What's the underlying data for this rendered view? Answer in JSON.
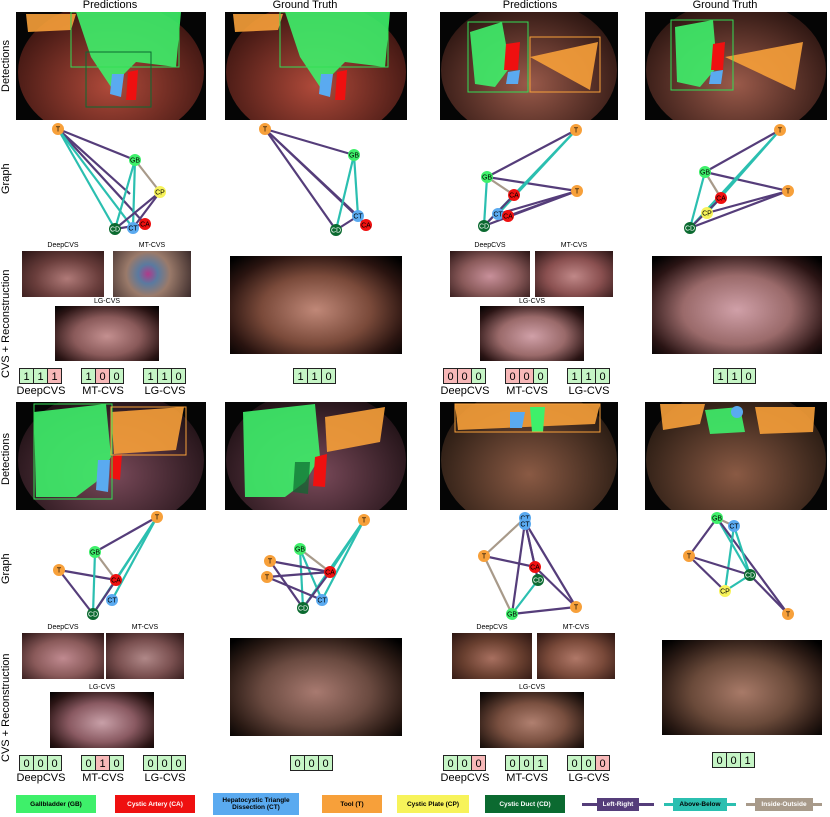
{
  "headers": {
    "predictions": "Predictions",
    "ground_truth": "Ground Truth"
  },
  "row_labels": {
    "detections": "Detections",
    "graph": "Graph",
    "cvs": "CVS + Reconstruction"
  },
  "cvs_methods": {
    "deep": "DeepCVS",
    "mt": "MT-CVS",
    "lg": "LG-CVS"
  },
  "node_labels": {
    "GB": "GB",
    "CA": "CA",
    "CT": "CT",
    "T": "T",
    "CP": "CP",
    "CD": "CD"
  },
  "colors": {
    "GB": "#3ef06a",
    "CA": "#ef1010",
    "CT": "#5aaaf0",
    "T": "#f7a03a",
    "CP": "#f7f35a",
    "CD": "#0b6a30",
    "left_right": "#553d7a",
    "above_below": "#2bbfb0",
    "inside_outside": "#a89a8a"
  },
  "cvs_scores": {
    "p1": {
      "deep": [
        "1",
        "1",
        "1"
      ],
      "mt": [
        "1",
        "0",
        "0"
      ],
      "lg": [
        "1",
        "1",
        "0"
      ],
      "gt": [
        "1",
        "1",
        "0"
      ]
    },
    "p2": {
      "deep": [
        "0",
        "0",
        "0"
      ],
      "mt": [
        "0",
        "0",
        "0"
      ],
      "lg": [
        "1",
        "1",
        "0"
      ],
      "gt": [
        "1",
        "1",
        "0"
      ]
    },
    "p3": {
      "deep": [
        "0",
        "0",
        "0"
      ],
      "mt": [
        "0",
        "1",
        "0"
      ],
      "lg": [
        "0",
        "0",
        "0"
      ],
      "gt": [
        "0",
        "0",
        "0"
      ]
    },
    "p4": {
      "deep": [
        "0",
        "0",
        "0"
      ],
      "mt": [
        "0",
        "0",
        "1"
      ],
      "lg": [
        "0",
        "0",
        "0"
      ],
      "gt": [
        "0",
        "0",
        "1"
      ]
    }
  },
  "legend": [
    {
      "label": "Gallbladder (GB)",
      "key": "GB"
    },
    {
      "label": "Cystic Artery (CA)",
      "key": "CA"
    },
    {
      "label": "Hepatocystic Triangle Dissection (CT)",
      "key": "CT"
    },
    {
      "label": "Tool (T)",
      "key": "T"
    },
    {
      "label": "Cystic Plate (CP)",
      "key": "CP"
    },
    {
      "label": "Cystic Duct (CD)",
      "key": "CD"
    },
    {
      "label": "Left-Right",
      "key": "left_right"
    },
    {
      "label": "Above-Below",
      "key": "above_below"
    },
    {
      "label": "Inside-Outside",
      "key": "inside_outside"
    }
  ]
}
